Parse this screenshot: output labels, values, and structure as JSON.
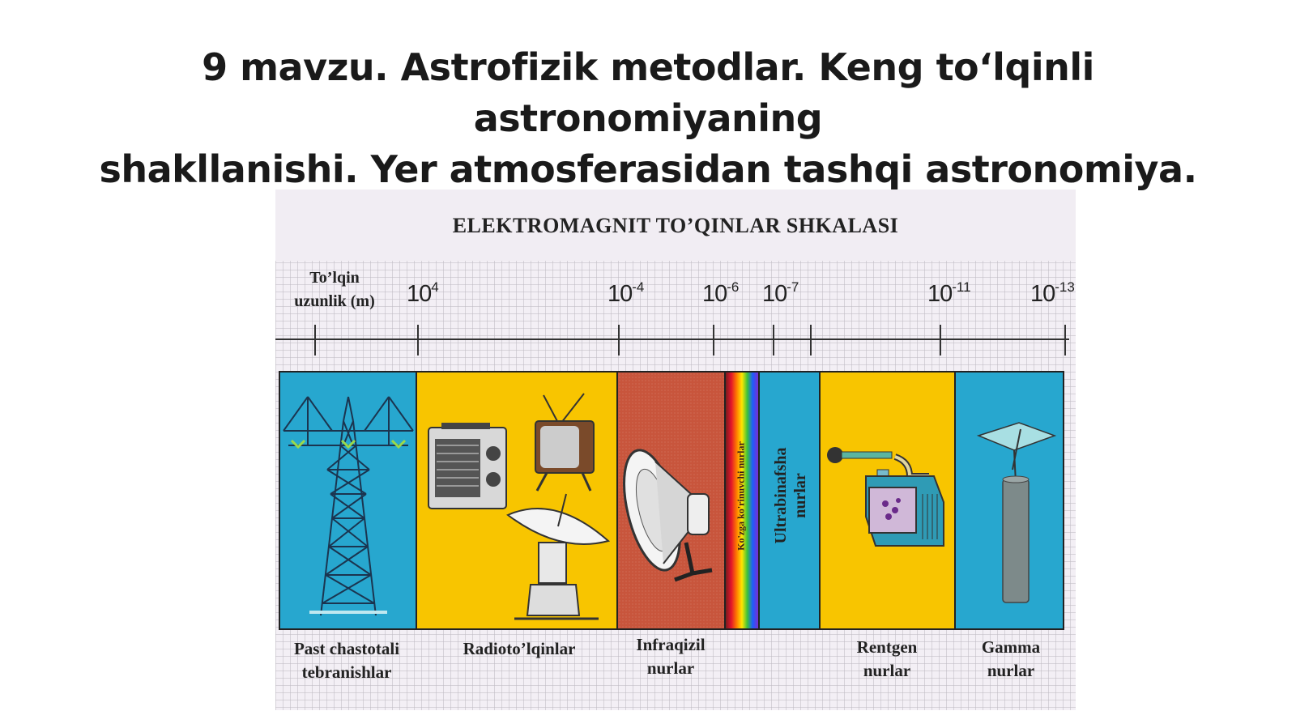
{
  "slide": {
    "title_line1": "9 mavzu. Astrofizik metodlar. Keng to‘lqinli astronomiyaning",
    "title_line2": "shakllanishi. Yer atmosferasidan tashqi astronomiya."
  },
  "figure": {
    "title": "ELEKTROMAGNIT TO’QINLAR SHKALASI",
    "axis_label_line1": "To’lqin",
    "axis_label_line2": "uzunlik (m)",
    "ticks": [
      {
        "base": "10",
        "exp": "4"
      },
      {
        "base": "10",
        "exp": "-4"
      },
      {
        "base": "10",
        "exp": "-6"
      },
      {
        "base": "10",
        "exp": "-7"
      },
      {
        "base": "10",
        "exp": "-11"
      },
      {
        "base": "10",
        "exp": "-13"
      }
    ],
    "bands": [
      {
        "caption_line1": "Past chastotali",
        "caption_line2": "tebranishlar",
        "color": "#27a7cf",
        "icon": "power-tower-icon"
      },
      {
        "caption_line1": "Radioto’lqinlar",
        "caption_line2": "",
        "color": "#f8c500",
        "icon": "radio-tv-antenna-icon"
      },
      {
        "caption_line1": "Infraqizil",
        "caption_line2": "nurlar",
        "color": "#c8553c",
        "icon": "heat-lamp-icon"
      },
      {
        "vertical_label": "Ko'zga ko'rinuvchi nurlar",
        "color": "rainbow"
      },
      {
        "vertical_label_line1": "Ultrabinafsha",
        "vertical_label_line2": "nurlar",
        "color": "#27a7cf"
      },
      {
        "caption_line1": "Rentgen",
        "caption_line2": "nurlar",
        "color": "#f8c500",
        "icon": "xray-machine-icon"
      },
      {
        "caption_line1": "Gamma",
        "caption_line2": "nurlar",
        "color": "#27a7cf",
        "icon": "radioactive-source-icon"
      }
    ]
  }
}
